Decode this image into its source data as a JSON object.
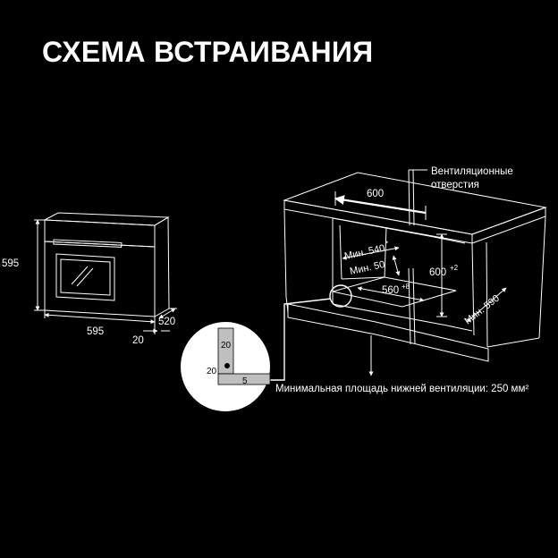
{
  "title": "СХЕМА ВСТРАИВАНИЯ",
  "colors": {
    "background": "#000000",
    "line": "#ffffff",
    "detail_fill": "#ffffff",
    "detail_text": "#000000",
    "detail_part": "#bfbfbf"
  },
  "oven": {
    "height": "595",
    "width": "595",
    "depth": "520",
    "panel_offset": "20"
  },
  "cabinet": {
    "vent_label_line1": "Вентиляционные",
    "vent_label_line2": "отверстия",
    "top_width": "600",
    "niche_height": "600",
    "niche_height_tol": "+2",
    "niche_width": "560",
    "niche_width_tol": "+8",
    "min_depth_540": "Мин. 540",
    "min_depth_540_mark": "*",
    "min_gap_50": "Мин. 50",
    "min_depth_590": "Мин. 590",
    "min_vent_area": "Минимальная площадь нижней вентиляции: 250 мм²"
  },
  "detail": {
    "top": "20",
    "left": "20",
    "bottom": "5"
  }
}
